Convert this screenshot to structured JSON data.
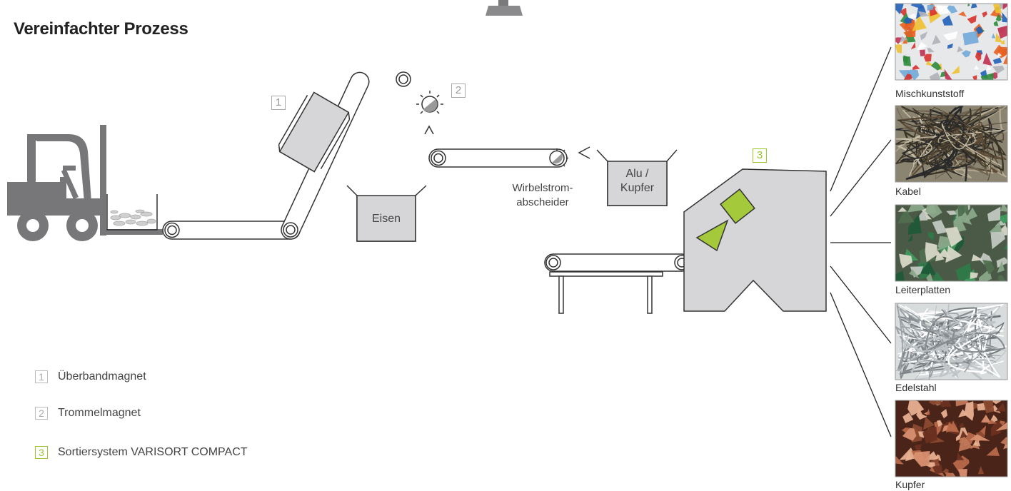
{
  "title": "Vereinfachter Prozess",
  "process": {
    "badge_1": "1",
    "badge_2": "2",
    "badge_3": "3",
    "eisen_label": "Eisen",
    "alu_label_1": "Alu /",
    "alu_label_2": "Kupfer",
    "wirbel_label_1": "Wirbelstrom-",
    "wirbel_label_2": "abscheider"
  },
  "legend": [
    {
      "num": "1",
      "text": "Überbandmagnet",
      "accent": "#bbbbbb"
    },
    {
      "num": "2",
      "text": "Trommelmagnet",
      "accent": "#bbbbbb"
    },
    {
      "num": "3",
      "text": "Sortiersystem VARISORT COMPACT",
      "accent": "#9dc42a"
    }
  ],
  "outputs": [
    {
      "label": "Mischkunststoff",
      "texture": "plastic-flakes"
    },
    {
      "label": "Kabel",
      "texture": "cables"
    },
    {
      "label": "Leiterplatten",
      "texture": "circuit-boards"
    },
    {
      "label": "Edelstahl",
      "texture": "stainless-wire"
    },
    {
      "label": "Kupfer",
      "texture": "copper-scrap"
    }
  ],
  "colors": {
    "machine_gray": "#d6d6d8",
    "forklift_gray": "#777779",
    "accent_green": "#a4c93a",
    "line": "#333333"
  }
}
